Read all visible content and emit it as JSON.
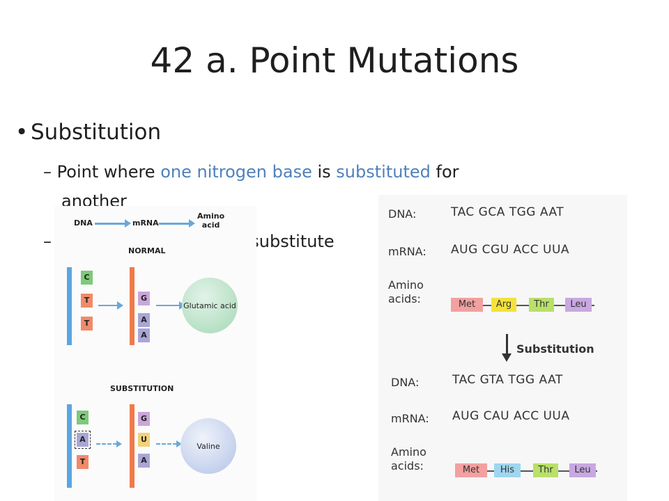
{
  "slide": {
    "title": "42 a. Point Mutations",
    "bullet1": "Substitution",
    "bullet2": {
      "dash": "–",
      "p1": "Point where ",
      "hl1": "one nitrogen base",
      "p2": " is ",
      "hl2": "substituted",
      "p3": " for",
      "wrap": "another"
    },
    "bullet3": {
      "dash": "–",
      "text": "substitute"
    }
  },
  "figure_left": {
    "header_dna": "DNA",
    "header_mrna": "mRNA",
    "header_amino": "Amino\nacid",
    "normal_label": "NORMAL",
    "normal_dna": [
      "C",
      "T",
      "T"
    ],
    "normal_mrna": [
      "G",
      "A",
      "A"
    ],
    "normal_amino": "Glutamic acid",
    "substitution_label": "SUBSTITUTION",
    "sub_dna": [
      "C",
      "A",
      "T"
    ],
    "sub_mrna": [
      "G",
      "U",
      "A"
    ],
    "sub_amino": "Valine"
  },
  "figure_right": {
    "normal": {
      "dna_label": "DNA:",
      "dna_seq": "TAC GCA TGG AAT",
      "mrna_label": "mRNA:",
      "mrna_seq": "AUG CGU ACC UUA",
      "amino_label": "Amino\nacids:",
      "amino": [
        "Met",
        "Arg",
        "Thr",
        "Leu"
      ]
    },
    "substitution_label": "Substitution",
    "mutated": {
      "dna_label": "DNA:",
      "dna_seq": "TAC GTA TGG AAT",
      "mrna_label": "mRNA:",
      "mrna_seq": "AUG CAU ACC UUA",
      "amino_label": "Amino\nacids:",
      "amino": [
        "Met",
        "His",
        "Thr",
        "Leu"
      ]
    }
  },
  "colors": {
    "highlight": "#4f81bd",
    "base_C": "#7ec97a",
    "base_T": "#f08a6a",
    "base_A": "#a9a6d6",
    "base_G": "#c9a7d9",
    "base_U": "#f2d27a",
    "met": "#f2a0a0",
    "arg": "#f4e23a",
    "his": "#9fd6ef",
    "thr": "#b8e06a",
    "leu": "#c8a8e0"
  }
}
